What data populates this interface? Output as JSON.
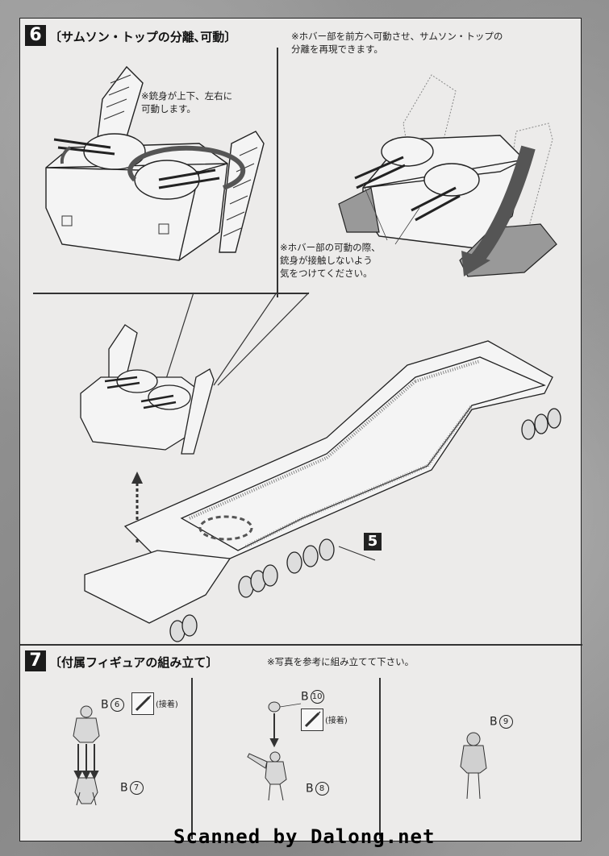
{
  "step6": {
    "number": "6",
    "title": "〔サムソン・トップの分離､可動〕",
    "note_top": "※ホバー部を前方へ可動させ、サムソン・トップの\n分離を再現できます。",
    "note_guns": "※銃身が上下、左右に\n可動します。",
    "note_caution": "※ホバー部の可動の際、\n銃身が接触しないよう\n気をつけてください。",
    "trailer_badge": "5"
  },
  "step7": {
    "number": "7",
    "title": "〔付属フィギュアの組み立て〕",
    "note": "※写真を参考に組み立てて下さい。",
    "fig1": {
      "head_part": "B",
      "head_num": "6",
      "glue": "(接着)",
      "body_part": "B",
      "body_num": "7"
    },
    "fig2": {
      "head_part": "B",
      "head_num": "10",
      "glue": "(接着)",
      "body_part": "B",
      "body_num": "8"
    },
    "fig3": {
      "part": "B",
      "num": "9"
    }
  },
  "watermark": "Scanned by Dalong.net",
  "icons": [
    "glue-tube-icon",
    "up-arrow-icon",
    "down-arrow-icon",
    "curved-arrow-icon"
  ]
}
